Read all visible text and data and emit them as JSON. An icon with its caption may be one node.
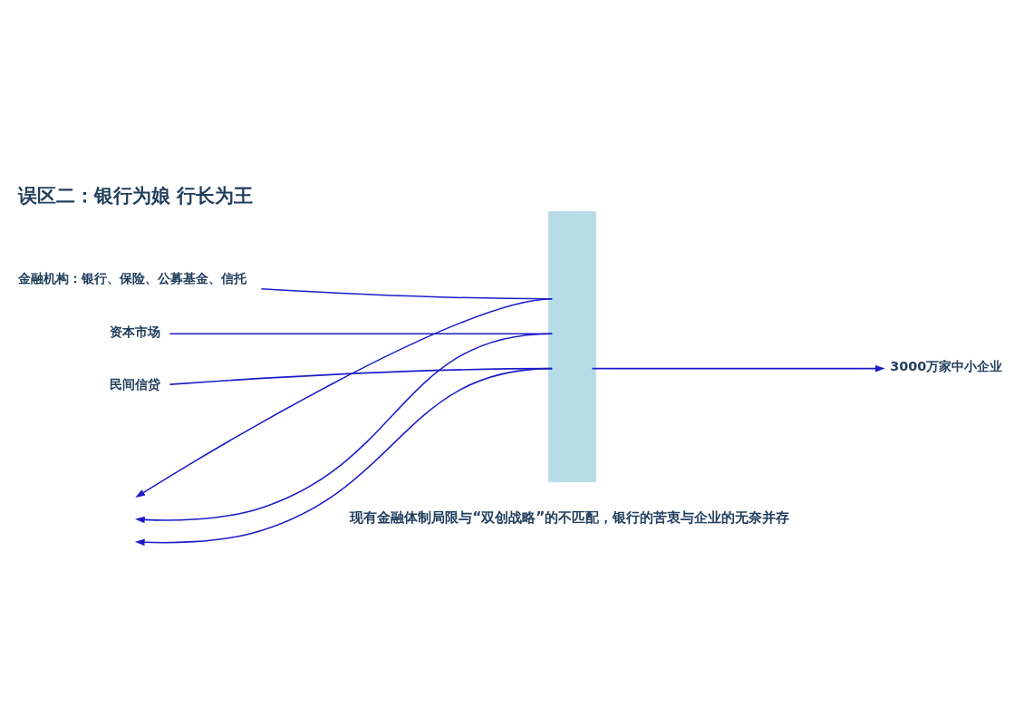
{
  "diagram": {
    "title": "误区二：银行为娘 行长为王",
    "caption": "现有金融体制局限与“双创战略”的不匹配，银行的苦衷与企业的无奈并存",
    "nodes": [
      {
        "text": [
          "金融机构：银行、保险、公募基金、信托"
        ]
      },
      {
        "text": [
          "资本市场"
        ]
      },
      {
        "text": [
          "民间信贷"
        ]
      },
      {
        "text": [],
        "shape": "bar"
      },
      {
        "text": [
          "3000万家中小企业"
        ]
      }
    ],
    "edges": [
      {
        "from": 0,
        "to": 3,
        "arrow": "none"
      },
      {
        "from": 1,
        "to": 3,
        "arrow": "none"
      },
      {
        "from": 2,
        "to": 3,
        "arrow": "none"
      },
      {
        "from": 3,
        "to": null,
        "arrow": "to"
      },
      {
        "from": 3,
        "to": null,
        "arrow": "to"
      },
      {
        "from": 3,
        "to": null,
        "arrow": "to"
      },
      {
        "from": 3,
        "to": 4,
        "arrow": "to"
      }
    ]
  }
}
